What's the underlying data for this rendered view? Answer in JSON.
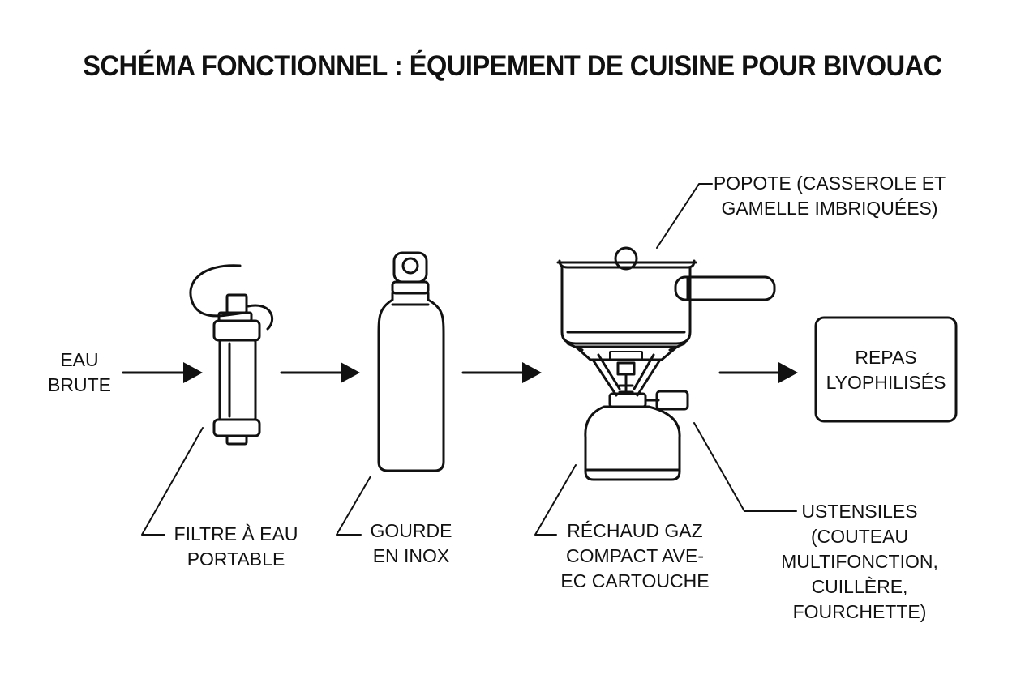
{
  "title": "SCHÉMA FONCTIONNEL : ÉQUIPEMENT DE CUISINE POUR BIVOUAC",
  "labels": {
    "raw_water": [
      "EAU",
      "BRUTE"
    ],
    "filter": [
      "FILTRE À EAU",
      "PORTABLE"
    ],
    "bottle": [
      "GOURDE",
      "EN INOX"
    ],
    "stove": [
      "RÉCHAUD GAZ",
      "COMPACT AVE-",
      "EC CARTOUCHE"
    ],
    "pot": [
      "POPOTE (CASSEROLE ET",
      "GAMELLE IMBRIQUÉES)"
    ],
    "utensils": [
      "USTENSILES",
      "(COUTEAU",
      "MULTIFONCTION,",
      "CUILLÈRE,",
      "FOURCHETTE)"
    ],
    "meals": [
      "REPAS",
      "LYOPHILISÉS"
    ]
  },
  "colors": {
    "ink": "#111111",
    "background": "#ffffff"
  }
}
